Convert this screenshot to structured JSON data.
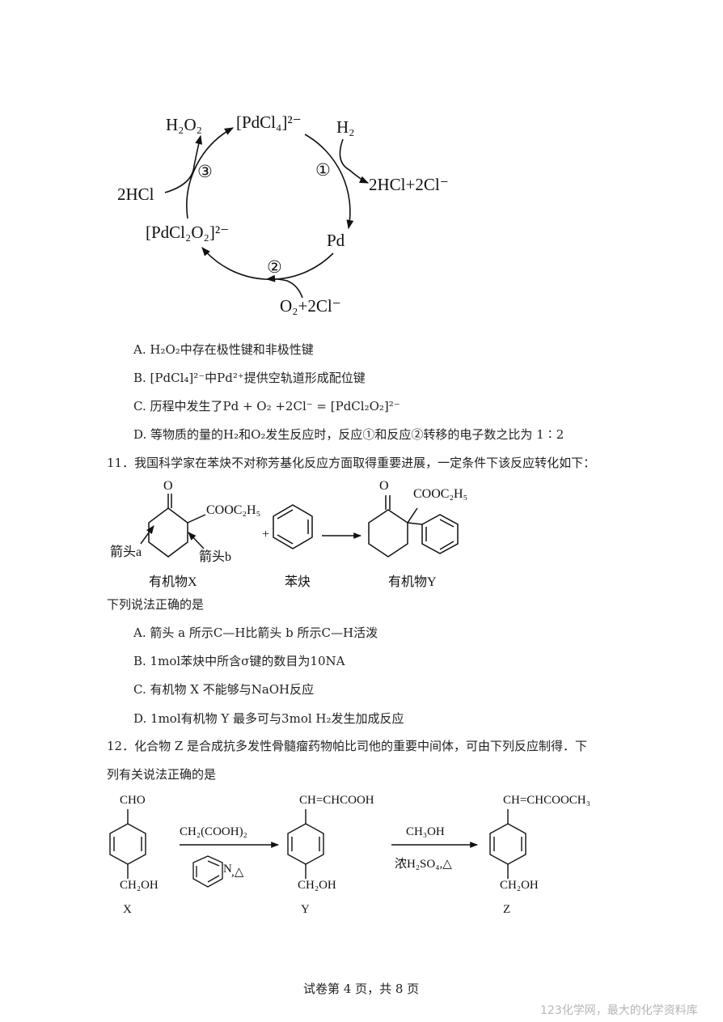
{
  "cycle": {
    "h2o2": "H₂O₂",
    "pdcl4": "[PdCl₄]²⁻",
    "h2": "H₂",
    "step1": "①",
    "step2": "②",
    "step3": "③",
    "products1": "2HCl+2Cl⁻",
    "pd": "Pd",
    "hcl": "2HCl",
    "pdcl2o2": "[PdCl₂O₂]²⁻",
    "o2": "O₂+2Cl⁻"
  },
  "q10": {
    "options": [
      "A.  H₂O₂中存在极性键和非极性键",
      "B.  [PdCl₄]²⁻中Pd²⁺提供空轨道形成配位键",
      "C.  历程中发生了Pd + O₂ +2Cl⁻ = [PdCl₂O₂]²⁻",
      "D.  等物质的量的H₂和O₂发生反应时，反应①和反应②转移的电子数之比为 1∶2"
    ]
  },
  "q11": {
    "stem": "11．我国科学家在苯炔不对称芳基化反应方面取得重要进展，一定条件下该反应转化如下：",
    "o_x": "O",
    "cooc2h5_x": "COOC₂H₅",
    "arrow_a": "箭头a",
    "arrow_b": "箭头b",
    "plus": "+",
    "o_y": "O",
    "cooc2h5_y": "COOC₂H₅",
    "name_x": "有机物X",
    "name_benzyne": "苯炔",
    "name_y": "有机物Y",
    "prompt": "下列说法正确的是",
    "options": [
      "A.  箭头 a 所示C—H比箭头 b 所示C—H活泼",
      "B.  1mol苯炔中所含σ键的数目为10NA",
      "C.  有机物 X 不能够与NaOH反应",
      "D.  1mol有机物 Y 最多可与3mol H₂发生加成反应"
    ]
  },
  "q12": {
    "stem_line1": "12．化合物 Z 是合成抗多发性骨髓瘤药物帕比司他的重要中间体，可由下列反应制得．下",
    "stem_line2": "列有关说法正确的是",
    "x_top": "CHO",
    "x_bottom": "CH₂OH",
    "x_label": "X",
    "reagent1_top": "CH₂(COOH)₂",
    "reagent1_bottom": ",△",
    "pyridine_n": "N",
    "y_top": "CH=CHCOOH",
    "y_bottom": "CH₂OH",
    "y_label": "Y",
    "reagent2_top": "CH₃OH",
    "reagent2_bottom": "浓H₂SO₄,△",
    "z_top": "CH=CHCOOCH₃",
    "z_bottom": "CH₂OH",
    "z_label": "Z"
  },
  "footer": {
    "page": "试卷第 4 页，共 8 页",
    "watermark": "123化学网，最大的化学资料库"
  }
}
